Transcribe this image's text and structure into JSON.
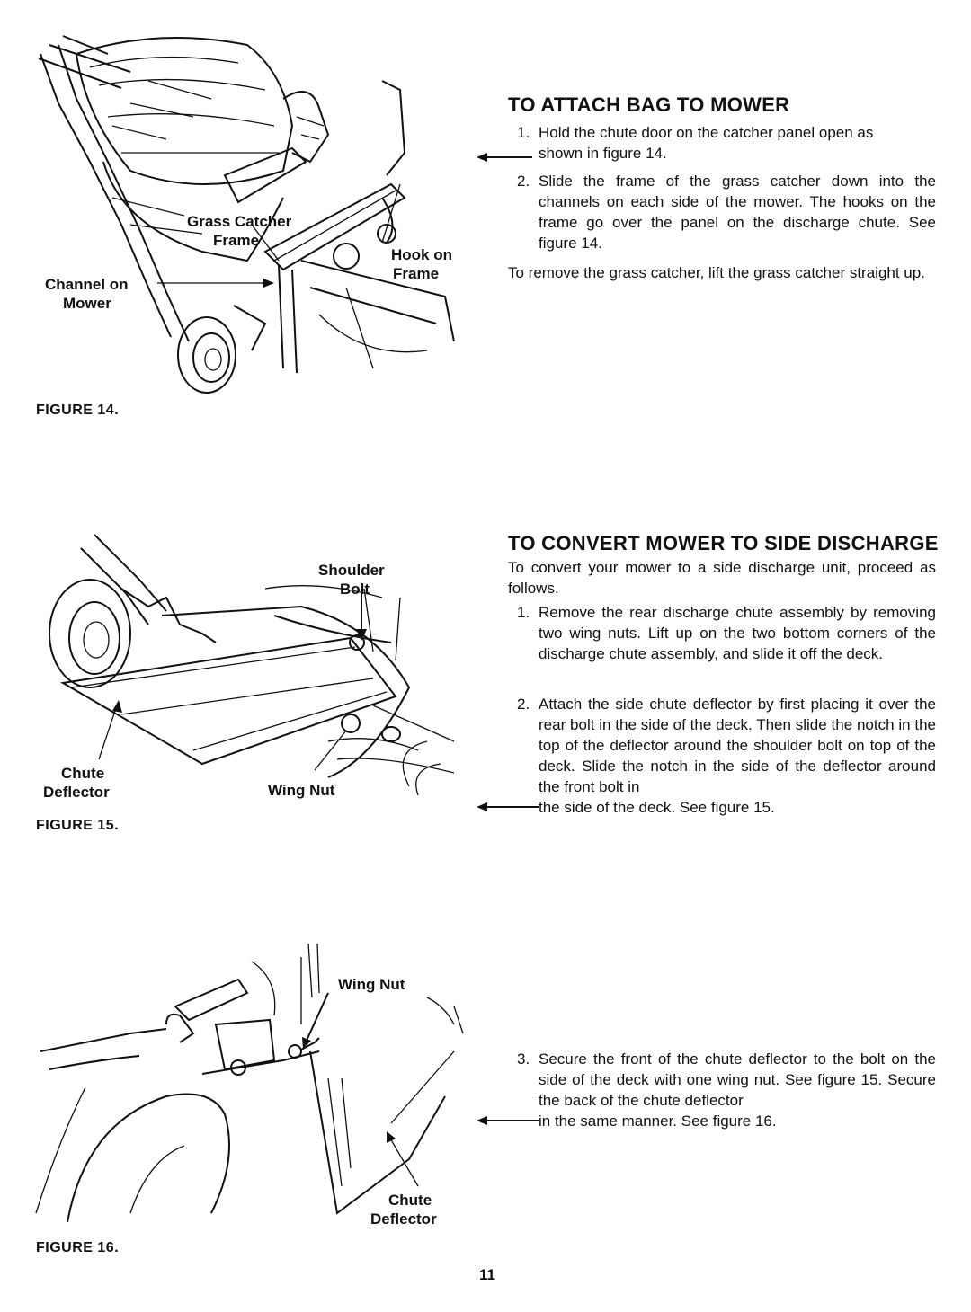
{
  "figure14": {
    "caption": "FIGURE 14.",
    "labels": {
      "grass_catcher_1": "Grass Catcher",
      "grass_catcher_2": "Frame",
      "channel_1": "Channel on",
      "channel_2": "Mower",
      "hook_1": "Hook on",
      "hook_2": "Frame"
    }
  },
  "section1": {
    "heading": "To Attach Bag To Mower",
    "step1_num": "1.",
    "step1_line1": "Hold the chute door on the catcher panel open as",
    "step1_line2": "shown in figure 14.",
    "step2_num": "2.",
    "step2_text": "Slide the frame of the grass catcher down into the channels on each side of the mower. The hooks on the frame go over the panel on the discharge chute. See figure 14.",
    "para": "To remove the grass catcher, lift the grass catcher straight up."
  },
  "figure15": {
    "caption": "FIGURE 15.",
    "labels": {
      "shoulder_1": "Shoulder",
      "shoulder_2": "Bolt",
      "chute_1": "Chute",
      "chute_2": "Deflector",
      "wingnut": "Wing Nut"
    }
  },
  "section2": {
    "heading": "To Convert Mower To Side Discharge",
    "intro": "To convert your mower to a side discharge unit, proceed as follows.",
    "step1_num": "1.",
    "step1_text": "Remove the rear discharge chute assembly by removing two wing nuts. Lift up on the two bottom corners of the discharge chute assembly, and slide it off the deck.",
    "step2_num": "2.",
    "step2_text": "Attach the side chute deflector by first placing it over the rear bolt in the side of the deck. Then slide the notch in the top of the deflector around the shoulder bolt on top of the deck. Slide the notch in the side of the deflector around the front bolt in",
    "step2_last": "the side of the deck. See figure 15."
  },
  "figure16": {
    "caption": "FIGURE 16.",
    "labels": {
      "wingnut": "Wing Nut",
      "chute_1": "Chute",
      "chute_2": "Deflector"
    }
  },
  "section3": {
    "step3_num": "3.",
    "step3_text": "Secure the front of the chute deflector to the bolt on the side of the deck with one wing nut. See figure 15. Secure the back of the chute deflector",
    "step3_last": "in the same manner. See figure 16."
  },
  "page_number": "11"
}
